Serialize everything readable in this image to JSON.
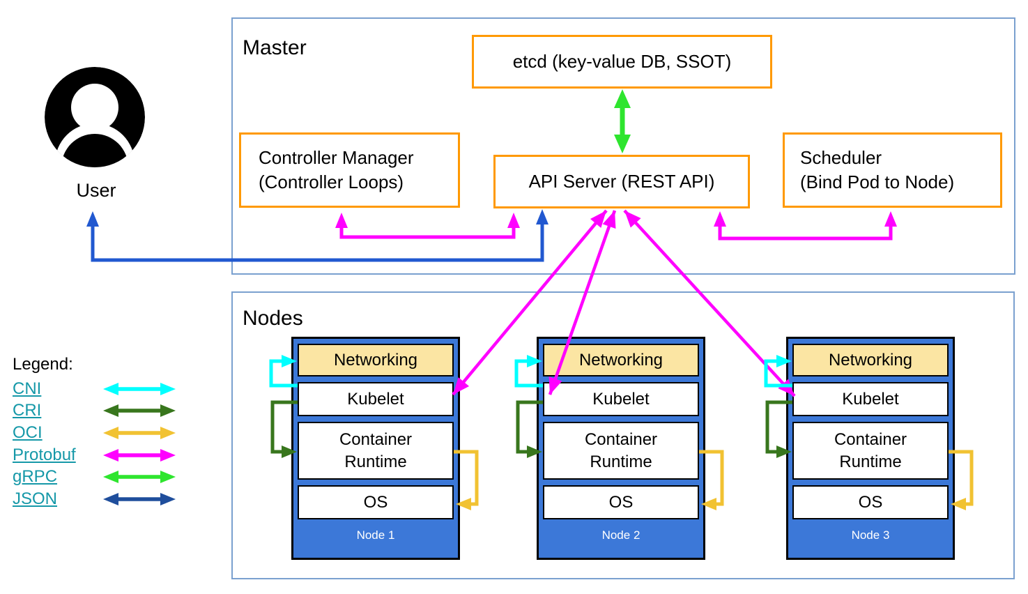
{
  "master": {
    "label": "Master",
    "etcd_label": "etcd (key-value DB, SSOT)",
    "api_server_label": "API Server (REST API)",
    "controller_manager_line1": "Controller Manager",
    "controller_manager_line2": "(Controller Loops)",
    "scheduler_line1": "Scheduler",
    "scheduler_line2": "(Bind Pod to Node)"
  },
  "user": {
    "label": "User",
    "icon": "user-icon"
  },
  "nodes_section": {
    "label": "Nodes",
    "components": {
      "networking": "Networking",
      "kubelet": "Kubelet",
      "container_runtime": "Container Runtime",
      "os": "OS"
    },
    "nodes": [
      {
        "name": "Node 1"
      },
      {
        "name": "Node 2"
      },
      {
        "name": "Node 3"
      }
    ]
  },
  "legend": {
    "title": "Legend:",
    "items": [
      {
        "label": "CNI",
        "color": "#00ffff"
      },
      {
        "label": "CRI",
        "color": "#38761d"
      },
      {
        "label": "OCI",
        "color": "#f1c232"
      },
      {
        "label": "Protobuf",
        "color": "#ff00ff"
      },
      {
        "label": "gRPC",
        "color": "#2ee52e"
      },
      {
        "label": "JSON",
        "color": "#1f4e9c"
      }
    ]
  },
  "colors": {
    "frame_border": "#7aa0cf",
    "component_border": "#ff9900",
    "node_fill": "#3c78d8",
    "networking_fill": "#fbe5a3",
    "legend_link": "#1598a8",
    "cni": "#00ffff",
    "cri": "#38761d",
    "oci": "#f1c232",
    "protobuf": "#ff00ff",
    "grpc": "#2ee52e",
    "json": "#1f4e9c",
    "user_api_arrow": "#2158d0",
    "text": "#000000",
    "node_label_text": "#ffffff"
  }
}
